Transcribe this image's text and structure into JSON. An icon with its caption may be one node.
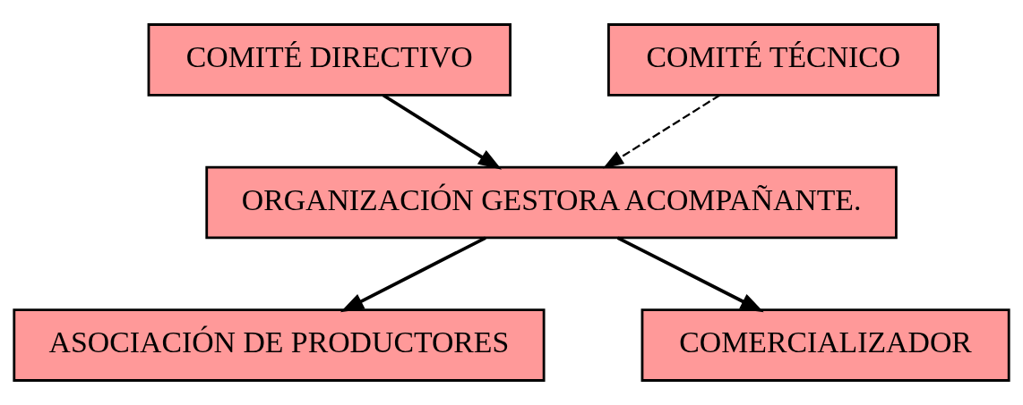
{
  "diagram": {
    "nodes": [
      {
        "text": [
          "COMITÉ DIRECTIVO"
        ]
      },
      {
        "text": [
          "COMITÉ TÉCNICO"
        ]
      },
      {
        "text": [
          "ORGANIZACIÓN GESTORA ACOMPAÑANTE."
        ]
      },
      {
        "text": [
          "ASOCIACIÓN DE PRODUCTORES"
        ]
      },
      {
        "text": [
          "COMERCIALIZADOR"
        ]
      }
    ],
    "edges": [
      {
        "from": 0,
        "to": 2,
        "arrow": "to"
      },
      {
        "from": 1,
        "to": 2,
        "arrow": "to",
        "style": "dashed"
      },
      {
        "from": 2,
        "to": 3,
        "arrow": "to"
      },
      {
        "from": 2,
        "to": 4,
        "arrow": "to"
      }
    ]
  }
}
